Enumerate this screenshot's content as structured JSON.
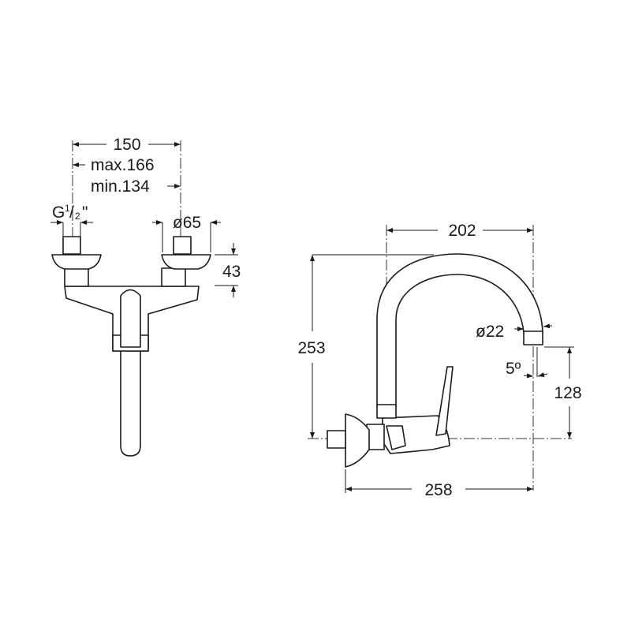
{
  "front_view": {
    "dim_spacing": "150",
    "dim_max": "max.166",
    "dim_min": "min.134",
    "thread_prefix": "G",
    "thread_num": "1",
    "thread_slash": "/",
    "thread_den": "2",
    "thread_suffix": "\"",
    "escutcheon_diameter": "ø65",
    "escutcheon_height": "43"
  },
  "side_view": {
    "spout_reach": "202",
    "total_height": "253",
    "spout_diameter": "ø22",
    "spout_angle": "5º",
    "outlet_height": "128",
    "total_depth": "258"
  }
}
